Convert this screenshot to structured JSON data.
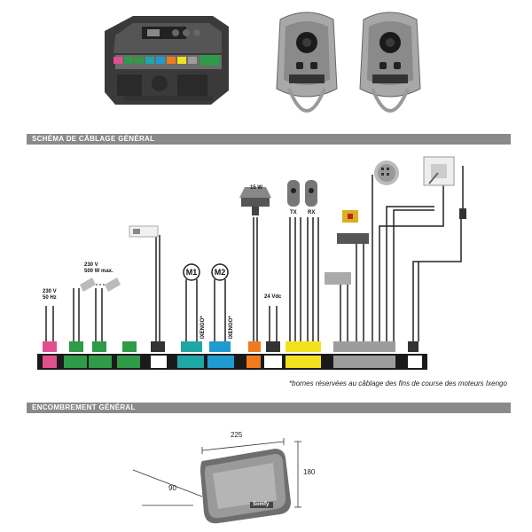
{
  "sections": {
    "wiring_title": "SCHÉMA DE CÂBLAGE GÉNÉRAL",
    "size_title": "ENCOMBREMENT GÉNÉRAL"
  },
  "labels": {
    "power_in": "230 V",
    "power_in_freq": "50 Hz",
    "lamp_out_v": "230 V",
    "lamp_out_w": "500 W max.",
    "lamp_15w": "15 W",
    "tx": "TX",
    "rx": "RX",
    "m1": "M1",
    "m2": "M2",
    "ixengo_1": "IXENGO*",
    "ixengo_2": "IXENGO*",
    "vdc": "24 Vdc"
  },
  "footnote": "*bornes réservées au câblage des fins de course des moteurs Ixengo",
  "dimensions": {
    "width": "225",
    "height": "180",
    "depth": "90"
  },
  "brand_text": "Somfy",
  "colors": {
    "pink": "#e24f8f",
    "green": "#2f9a47",
    "teal": "#1fa7a6",
    "cyan": "#1f9bd0",
    "orange": "#f07b1f",
    "yellow": "#f2e21d",
    "grey": "#9c9c9c",
    "black": "#222222",
    "bar": "#8a8a8a"
  },
  "icons": [
    "control-board-image",
    "remote-keyfob-icon",
    "remote-keyfob-icon",
    "keypad-icon",
    "key-switch-icon",
    "antenna-icon",
    "photocell-icon",
    "flashing-light-icon",
    "lamp-icon",
    "battery-icon",
    "motor-icon",
    "lock-icon",
    "control-box-image"
  ]
}
